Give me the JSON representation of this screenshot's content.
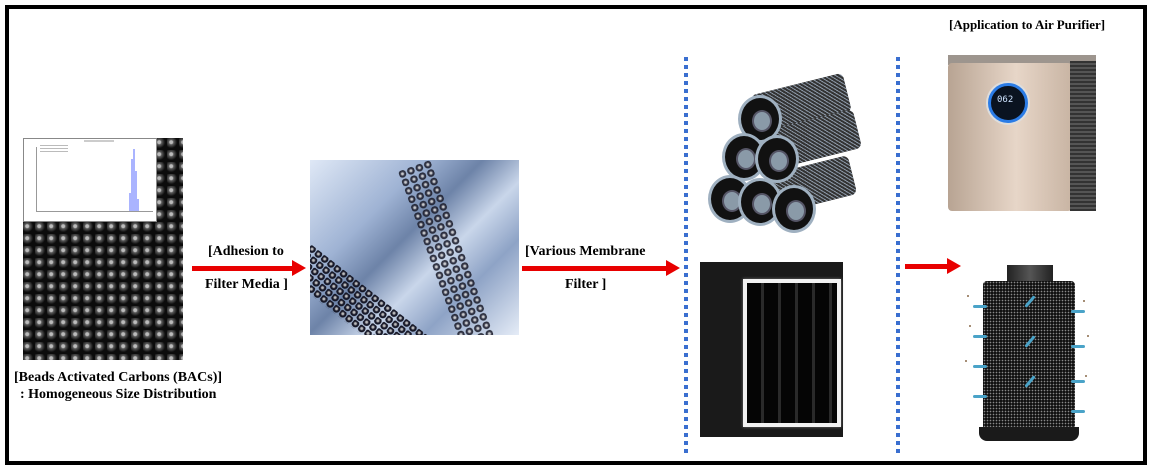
{
  "title": "[Application to Air Purifier]",
  "stages": [
    {
      "id": "bacs",
      "caption_line1": "[Beads Activated Carbons (BACs)]",
      "caption_line2": ": Homogeneous Size Distribution",
      "image": "microscope-image-of-carbon-beads-with-size-distribution-inset"
    },
    {
      "id": "filter-media",
      "image": "carbon-beads-adhered-on-filter-media"
    },
    {
      "id": "membrane-filters",
      "images": [
        "activated-carbon-cartridge-filters",
        "black-pocket-bag-filter"
      ]
    },
    {
      "id": "air-purifier",
      "images": [
        "air-purifier-unit",
        "cylindrical-carbon-filter-airflow"
      ],
      "display_value": "062"
    }
  ],
  "arrows": [
    {
      "label_top": "[Adhesion to",
      "label_bottom": "Filter Media ]"
    },
    {
      "label_top": "[Various Membrane",
      "label_bottom": "Filter ]"
    },
    {
      "label_top": "",
      "label_bottom": ""
    }
  ],
  "colors": {
    "arrow": "#e80000",
    "divider": "#3a6fd0",
    "frame": "#000000"
  }
}
